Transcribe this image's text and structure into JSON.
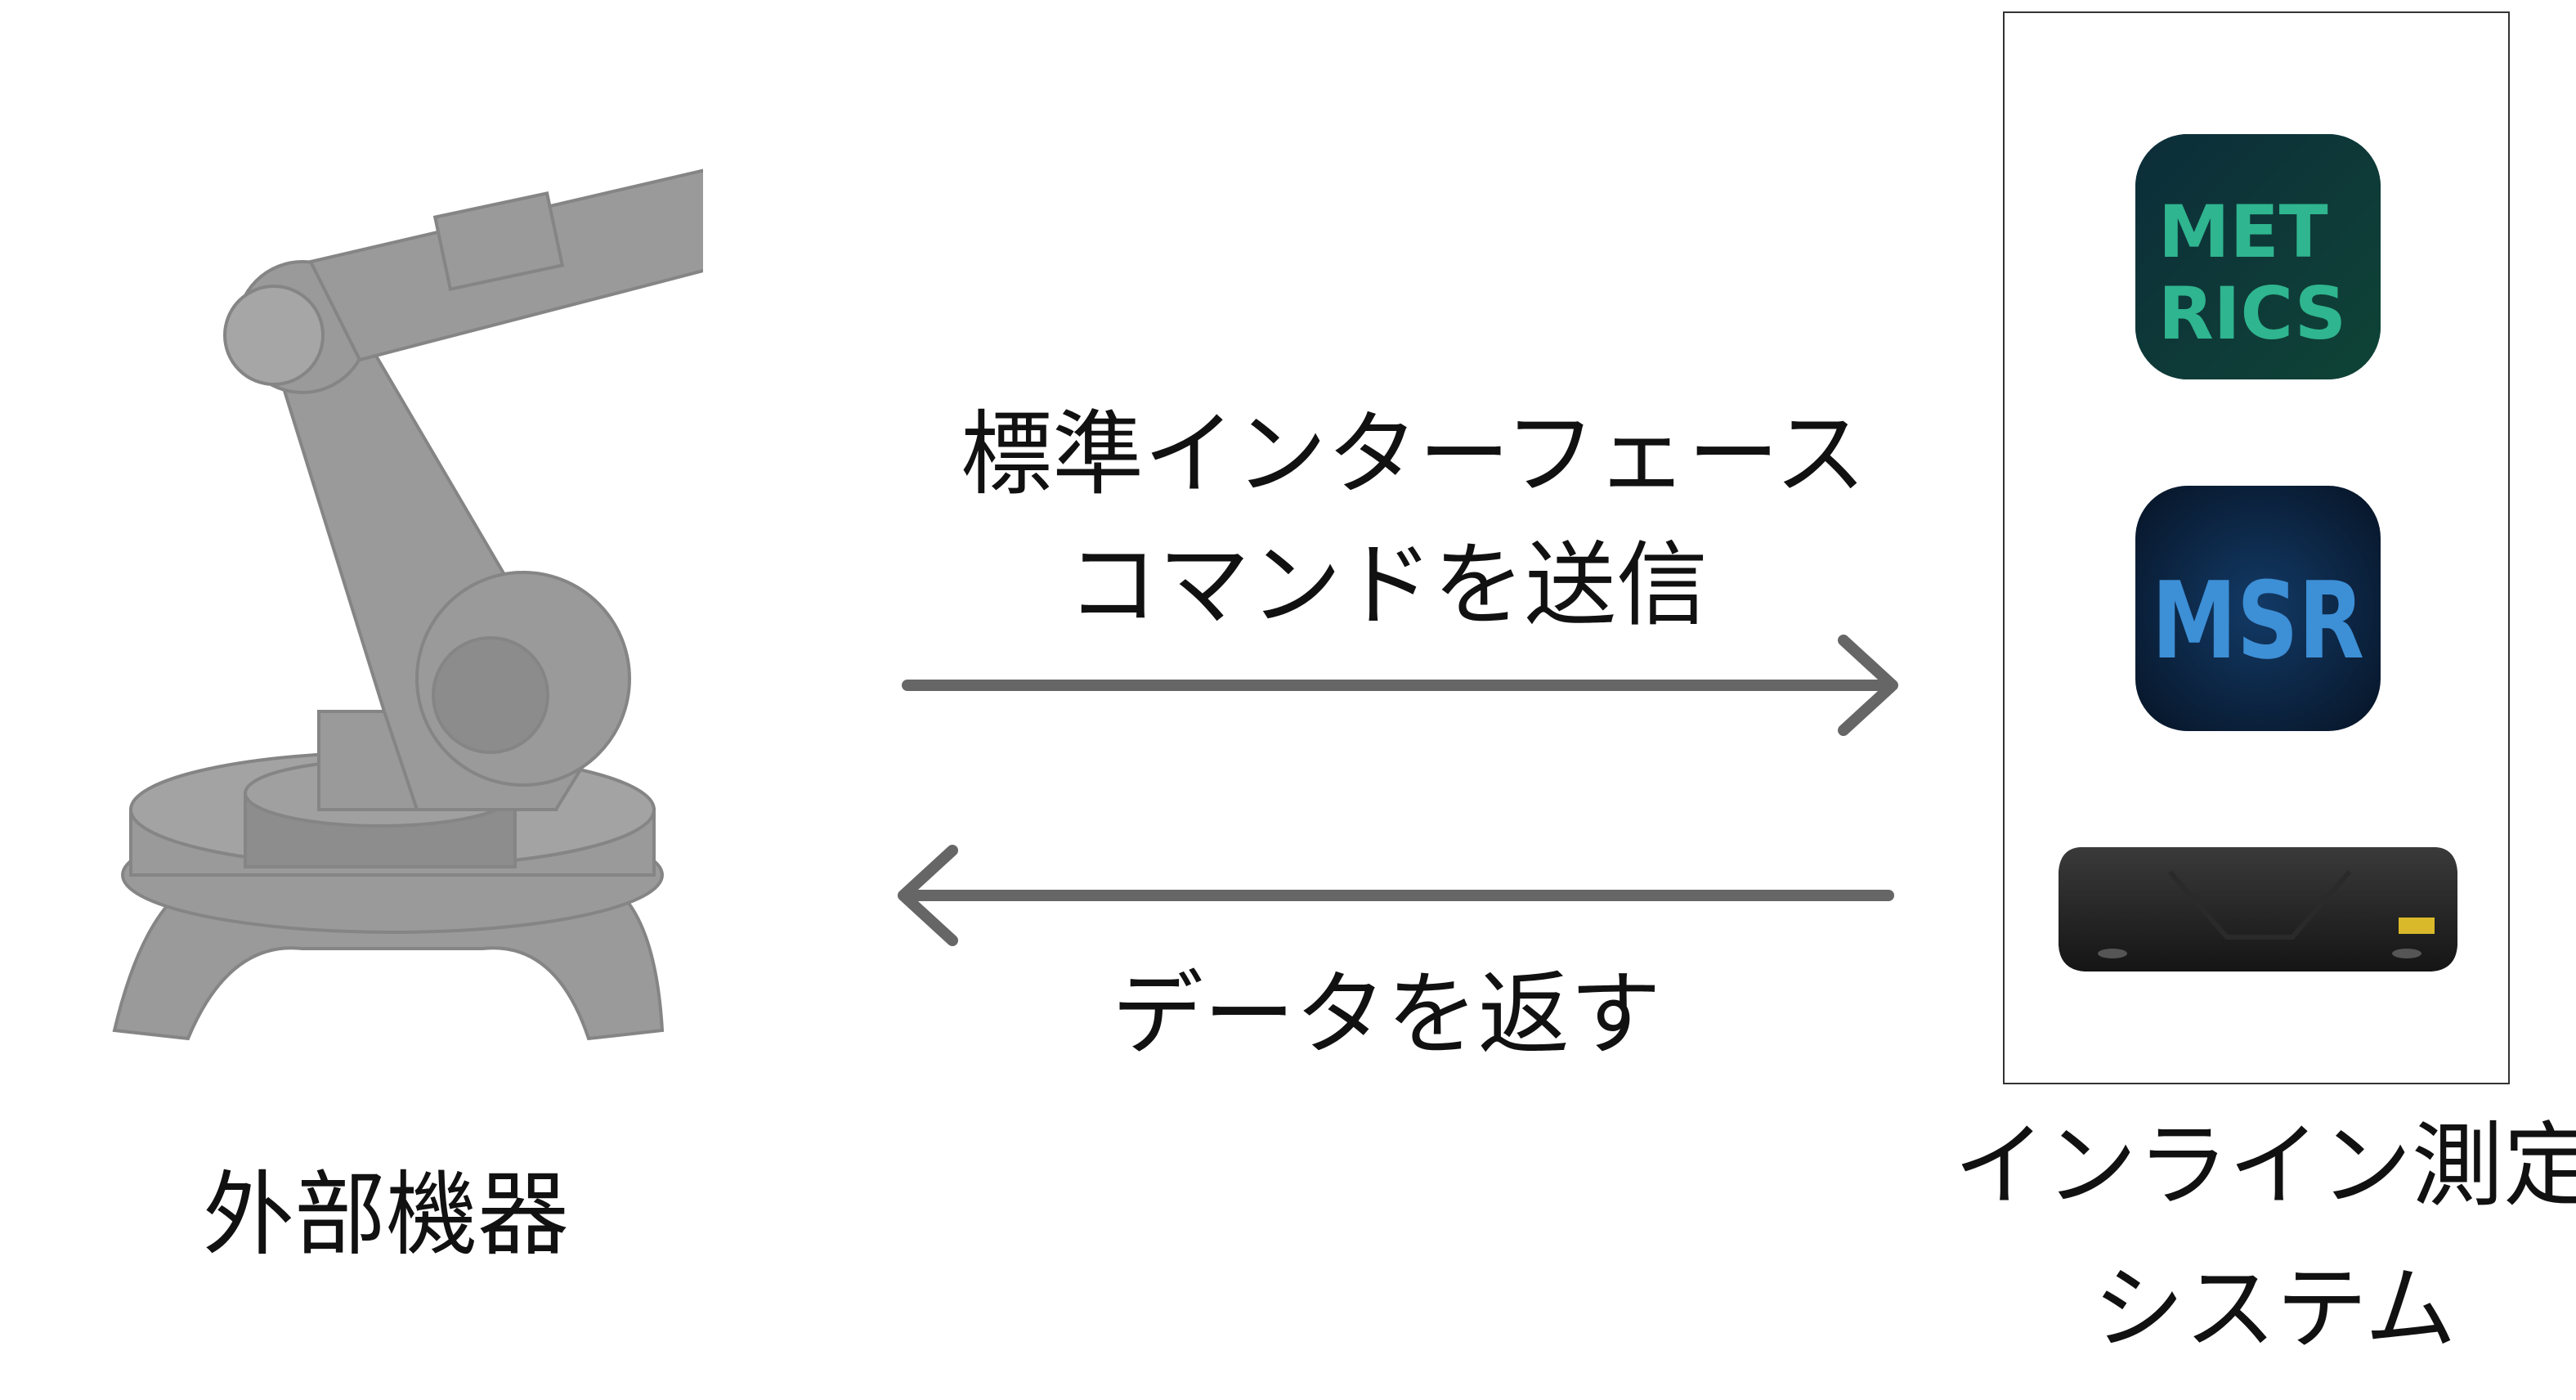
{
  "left_device": {
    "label": "外部機器",
    "icon": "robot-arm-icon"
  },
  "arrows": {
    "forward_label_line1": "標準インターフェース",
    "forward_label_line2": "コマンドを送信",
    "back_label": "データを返す",
    "color": "#666666"
  },
  "right_system": {
    "label_line1": "インライン測定",
    "label_line2": "システム",
    "apps": [
      {
        "name": "METRICS",
        "icon": "metrics-app-icon",
        "letters_line1": "MET",
        "letters_line2": "RICS",
        "bg": "#0f3a34",
        "fg": "#2fb58f"
      },
      {
        "name": "MSR",
        "icon": "msr-app-icon",
        "letters": "MSR",
        "bg": "#0b1a33",
        "fg": "#3d8fd6"
      }
    ],
    "device_icon": "3d-scanner-device-icon"
  }
}
